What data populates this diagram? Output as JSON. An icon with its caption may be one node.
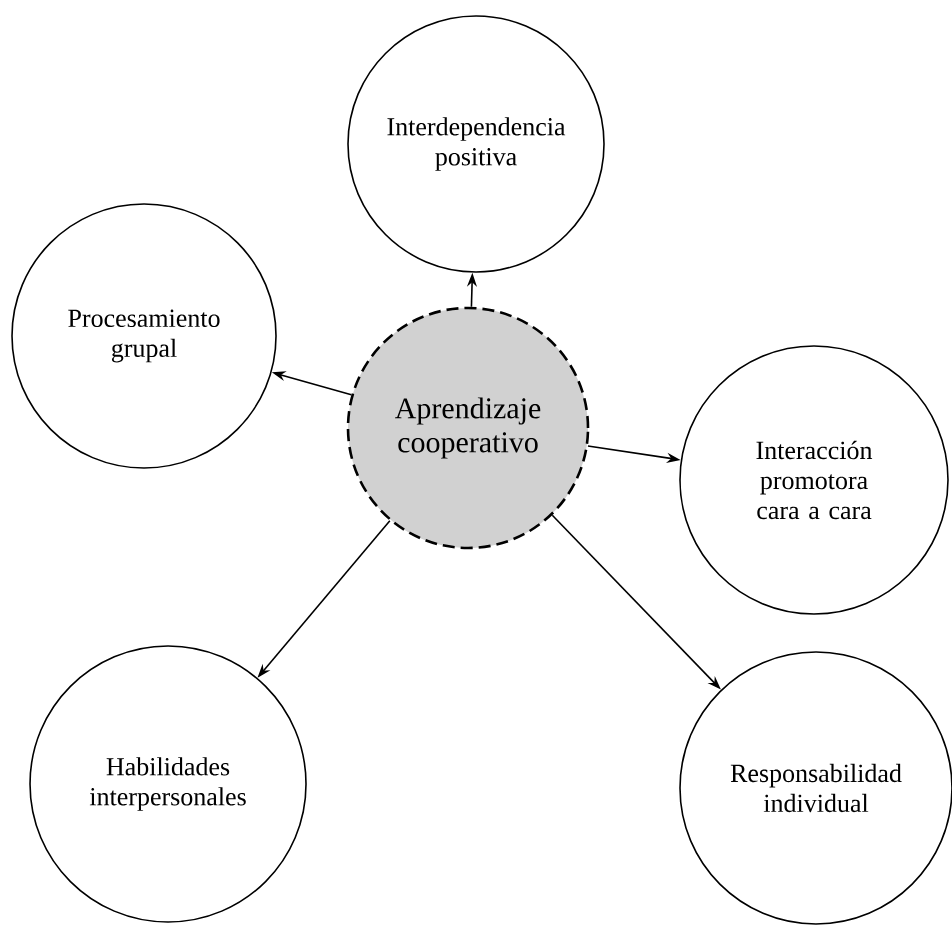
{
  "diagram": {
    "nodes": [
      {
        "text": [
          "Aprendizaje cooperativo"
        ]
      },
      {
        "text": [
          "Interdependencia positiva"
        ]
      },
      {
        "text": [
          "Procesamiento grupal"
        ]
      },
      {
        "text": [
          "Interacción promotora cara a cara"
        ]
      },
      {
        "text": [
          "Habilidades interpersonales"
        ]
      },
      {
        "text": [
          "Responsabilidad individual"
        ]
      }
    ],
    "edges": [
      {
        "from": 0,
        "to": 1,
        "arrow": "to"
      },
      {
        "from": 0,
        "to": 2,
        "arrow": "to"
      },
      {
        "from": 0,
        "to": 3,
        "arrow": "to"
      },
      {
        "from": 0,
        "to": 4,
        "arrow": "to"
      },
      {
        "from": 0,
        "to": 5,
        "arrow": "to"
      }
    ]
  }
}
